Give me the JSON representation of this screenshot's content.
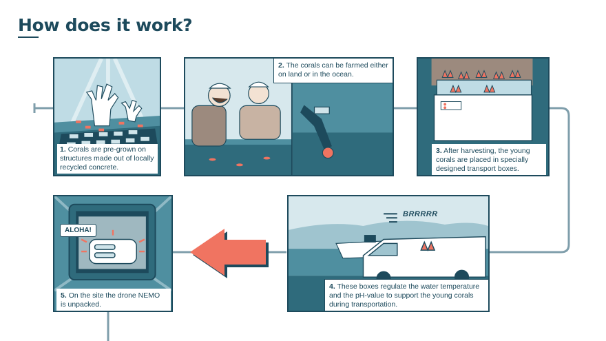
{
  "heading": "How does it work?",
  "steps": [
    {
      "num": "1.",
      "text": "Corals are pre-grown on structures made out of locally recycled concrete."
    },
    {
      "num": "2.",
      "text": "The corals can be farmed either on land or in the ocean."
    },
    {
      "num": "3.",
      "text": "After harvesting, the young corals are placed in specially designed transport boxes."
    },
    {
      "num": "4.",
      "text": "These boxes regulate the water temperature and the pH-value to support the young corals during transportation."
    },
    {
      "num": "5.",
      "text": "On the site the drone NEMO is unpacked."
    }
  ],
  "speech_bubble": "ALOHA!",
  "sound_effect": "BRRRRR",
  "colors": {
    "navy": "#1d4a5c",
    "teal": "#4f8fa0",
    "light": "#cfe4ea",
    "coral": "#f07461",
    "line": "#7f9eab"
  }
}
